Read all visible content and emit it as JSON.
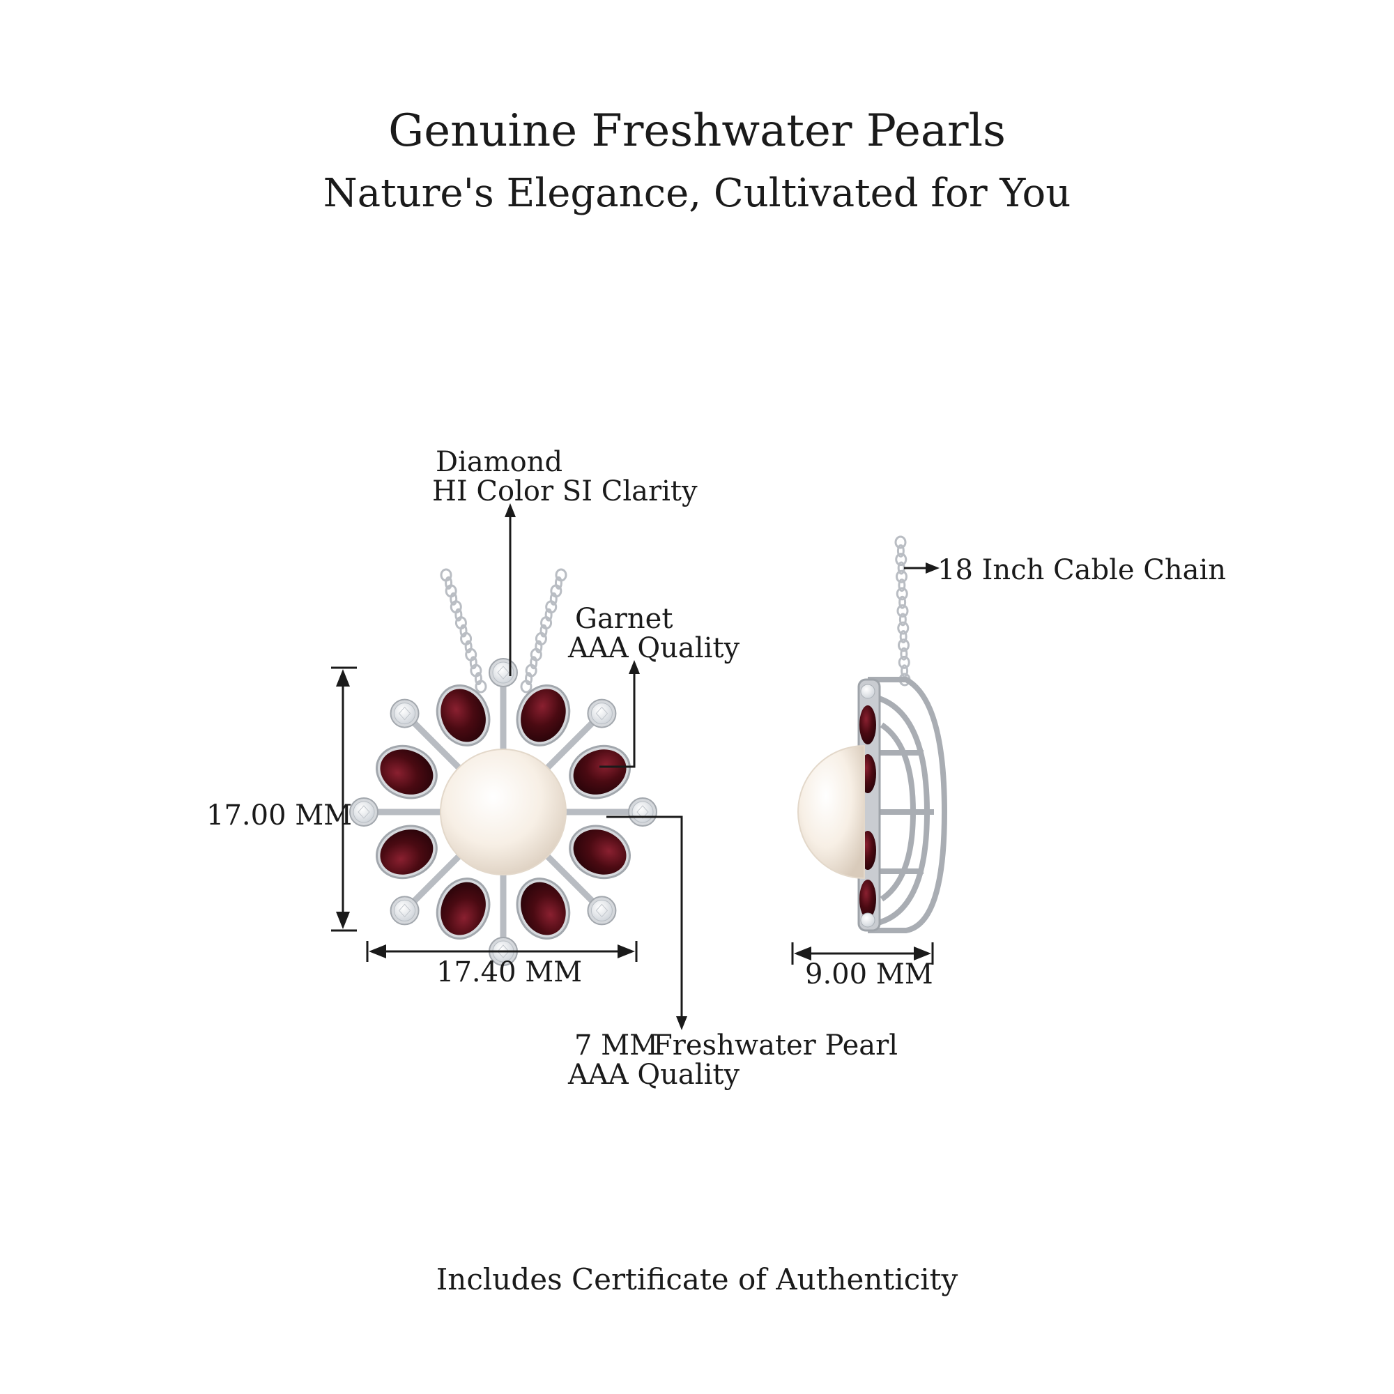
{
  "header": {
    "title": "Genuine Freshwater Pearls",
    "subtitle": "Nature's Elegance, Cultivated for You"
  },
  "callouts": {
    "diamond": {
      "line1": "Diamond",
      "line2": "HI Color SI Clarity"
    },
    "garnet": {
      "line1": "Garnet",
      "line2": "AAA Quality"
    },
    "pearl": {
      "line1": "7 MM",
      "line1b": "Freshwater Pearl",
      "line2": "AAA Quality"
    },
    "chain": {
      "line1": "18 Inch Cable Chain"
    }
  },
  "dimensions": {
    "height": "17.00 MM",
    "width": "17.40 MM",
    "depth": "9.00 MM"
  },
  "footer": {
    "text": "Includes Certificate of Authenticity"
  },
  "colors": {
    "garnet": "#4a0a12",
    "metal": "#c9ccd1",
    "pearl": "#f6ede2",
    "diamond": "#f4f6f8",
    "text": "#1a1a1a"
  }
}
